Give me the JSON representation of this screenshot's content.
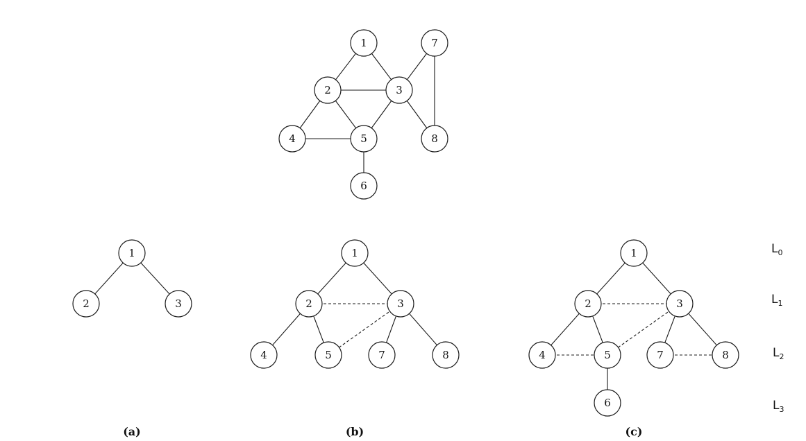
{
  "graphs": [
    {
      "id": "original",
      "caption": "",
      "nodes": [
        "1",
        "2",
        "3",
        "4",
        "5",
        "6",
        "7",
        "8"
      ],
      "edges": [
        {
          "from": "1",
          "to": "2",
          "style": "solid"
        },
        {
          "from": "1",
          "to": "3",
          "style": "solid"
        },
        {
          "from": "2",
          "to": "3",
          "style": "solid"
        },
        {
          "from": "2",
          "to": "4",
          "style": "solid"
        },
        {
          "from": "2",
          "to": "5",
          "style": "solid"
        },
        {
          "from": "3",
          "to": "5",
          "style": "solid"
        },
        {
          "from": "3",
          "to": "7",
          "style": "solid"
        },
        {
          "from": "3",
          "to": "8",
          "style": "solid"
        },
        {
          "from": "4",
          "to": "5",
          "style": "solid"
        },
        {
          "from": "5",
          "to": "6",
          "style": "solid"
        },
        {
          "from": "7",
          "to": "8",
          "style": "solid"
        }
      ]
    },
    {
      "id": "a",
      "caption": "(a)",
      "nodes": [
        "1",
        "2",
        "3"
      ],
      "edges": [
        {
          "from": "1",
          "to": "2",
          "style": "solid"
        },
        {
          "from": "1",
          "to": "3",
          "style": "solid"
        }
      ]
    },
    {
      "id": "b",
      "caption": "(b)",
      "nodes": [
        "1",
        "2",
        "3",
        "4",
        "5",
        "7",
        "8"
      ],
      "edges": [
        {
          "from": "1",
          "to": "2",
          "style": "solid"
        },
        {
          "from": "1",
          "to": "3",
          "style": "solid"
        },
        {
          "from": "2",
          "to": "3",
          "style": "dashed"
        },
        {
          "from": "2",
          "to": "4",
          "style": "solid"
        },
        {
          "from": "2",
          "to": "5",
          "style": "solid"
        },
        {
          "from": "3",
          "to": "5",
          "style": "dashed"
        },
        {
          "from": "3",
          "to": "7",
          "style": "solid"
        },
        {
          "from": "3",
          "to": "8",
          "style": "solid"
        }
      ]
    },
    {
      "id": "c",
      "caption": "(c)",
      "nodes": [
        "1",
        "2",
        "3",
        "4",
        "5",
        "7",
        "8",
        "6"
      ],
      "edges": [
        {
          "from": "1",
          "to": "2",
          "style": "solid"
        },
        {
          "from": "1",
          "to": "3",
          "style": "solid"
        },
        {
          "from": "2",
          "to": "3",
          "style": "dashed"
        },
        {
          "from": "2",
          "to": "4",
          "style": "solid"
        },
        {
          "from": "2",
          "to": "5",
          "style": "solid"
        },
        {
          "from": "3",
          "to": "5",
          "style": "dashed"
        },
        {
          "from": "3",
          "to": "7",
          "style": "solid"
        },
        {
          "from": "3",
          "to": "8",
          "style": "solid"
        },
        {
          "from": "4",
          "to": "5",
          "style": "dashed"
        },
        {
          "from": "7",
          "to": "8",
          "style": "dashed"
        },
        {
          "from": "5",
          "to": "6",
          "style": "solid"
        }
      ]
    }
  ],
  "levels": [
    {
      "main": "L",
      "sub": "0"
    },
    {
      "main": "L",
      "sub": "1"
    },
    {
      "main": "L",
      "sub": "2"
    },
    {
      "main": "L",
      "sub": "3"
    }
  ]
}
